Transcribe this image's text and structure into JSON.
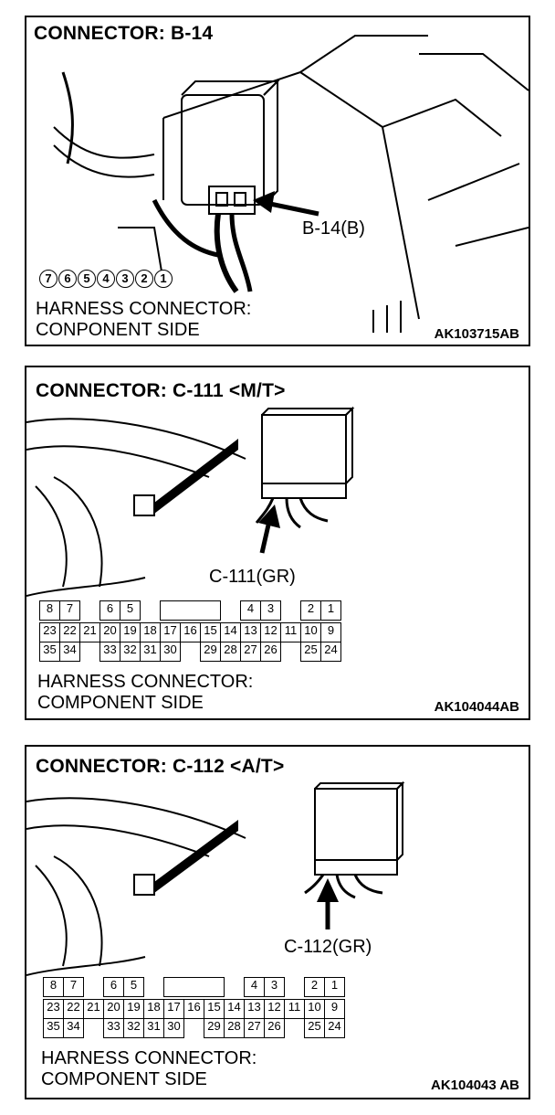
{
  "panels": [
    {
      "title": "CONNECTOR: B-14",
      "label": "B-14(B)",
      "pins": [
        "7",
        "6",
        "5",
        "4",
        "3",
        "2",
        "1"
      ],
      "caption_line1": "HARNESS CONNECTOR:",
      "caption_line2": "CONPONENT SIDE",
      "code": "AK103715AB"
    },
    {
      "title": "CONNECTOR: C-111 <M/T>",
      "label": "C-111(GR)",
      "caption_line1": "HARNESS CONNECTOR:",
      "caption_line2": "COMPONENT SIDE",
      "code": "AK104044AB"
    },
    {
      "title": "CONNECTOR: C-112 <A/T>",
      "label": "C-112(GR)",
      "caption_line1": "HARNESS CONNECTOR:",
      "caption_line2": "COMPONENT SIDE",
      "code": "AK104043 AB"
    }
  ],
  "terminal_grid": {
    "row1": [
      "8",
      "7",
      "",
      "6",
      "5",
      "",
      "",
      "",
      "",
      "",
      "",
      "4",
      "3",
      "",
      "2",
      "1"
    ],
    "row2": [
      "23",
      "22",
      "21",
      "20",
      "19",
      "18",
      "17",
      "16",
      "15",
      "14",
      "13",
      "12",
      "11",
      "10",
      "9"
    ],
    "row3": [
      "35",
      "34",
      "",
      "33",
      "32",
      "31",
      "30",
      "",
      "29",
      "28",
      "27",
      "26",
      "",
      "25",
      "24"
    ]
  }
}
